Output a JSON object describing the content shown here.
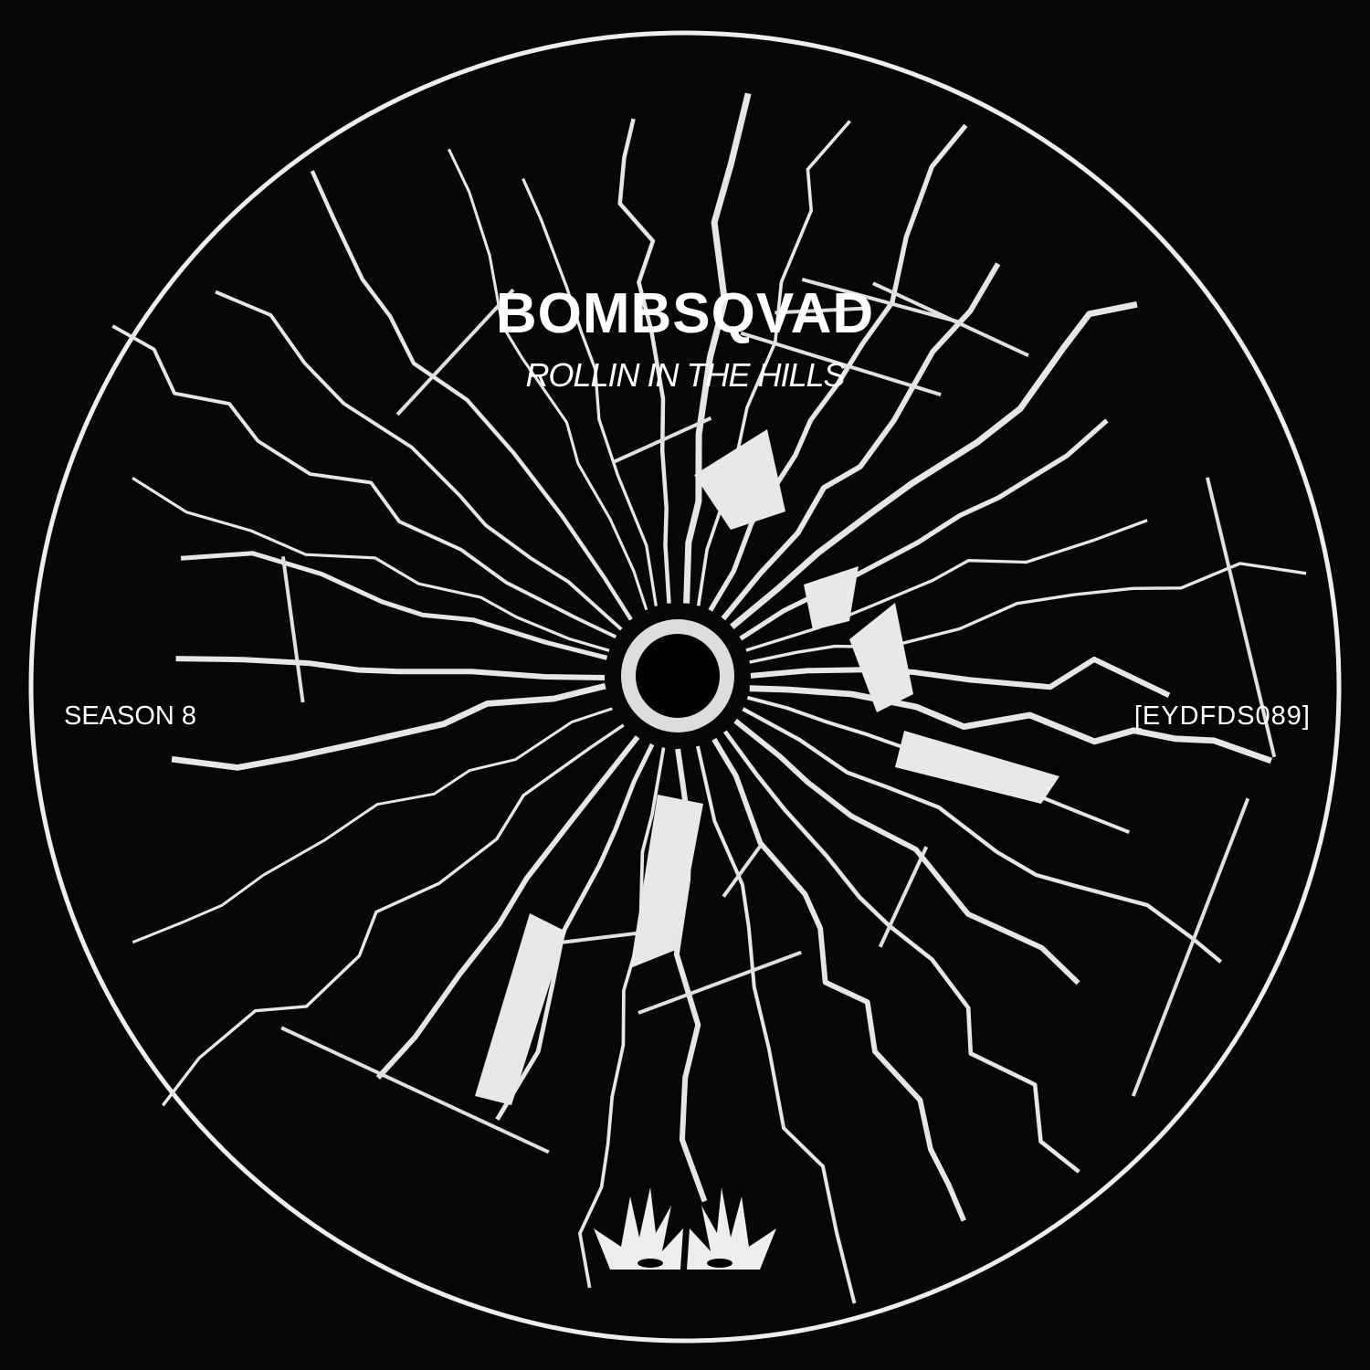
{
  "artist": "BOMBSQVAD",
  "title": "ROLLIN IN THE HILLS",
  "season": "SEASON 8",
  "catalog": "[EYDFDS089]",
  "logo": {
    "icon": "two-hands-with-eyes-logo"
  },
  "colors": {
    "background": "#060606",
    "foreground": "#ffffff"
  }
}
